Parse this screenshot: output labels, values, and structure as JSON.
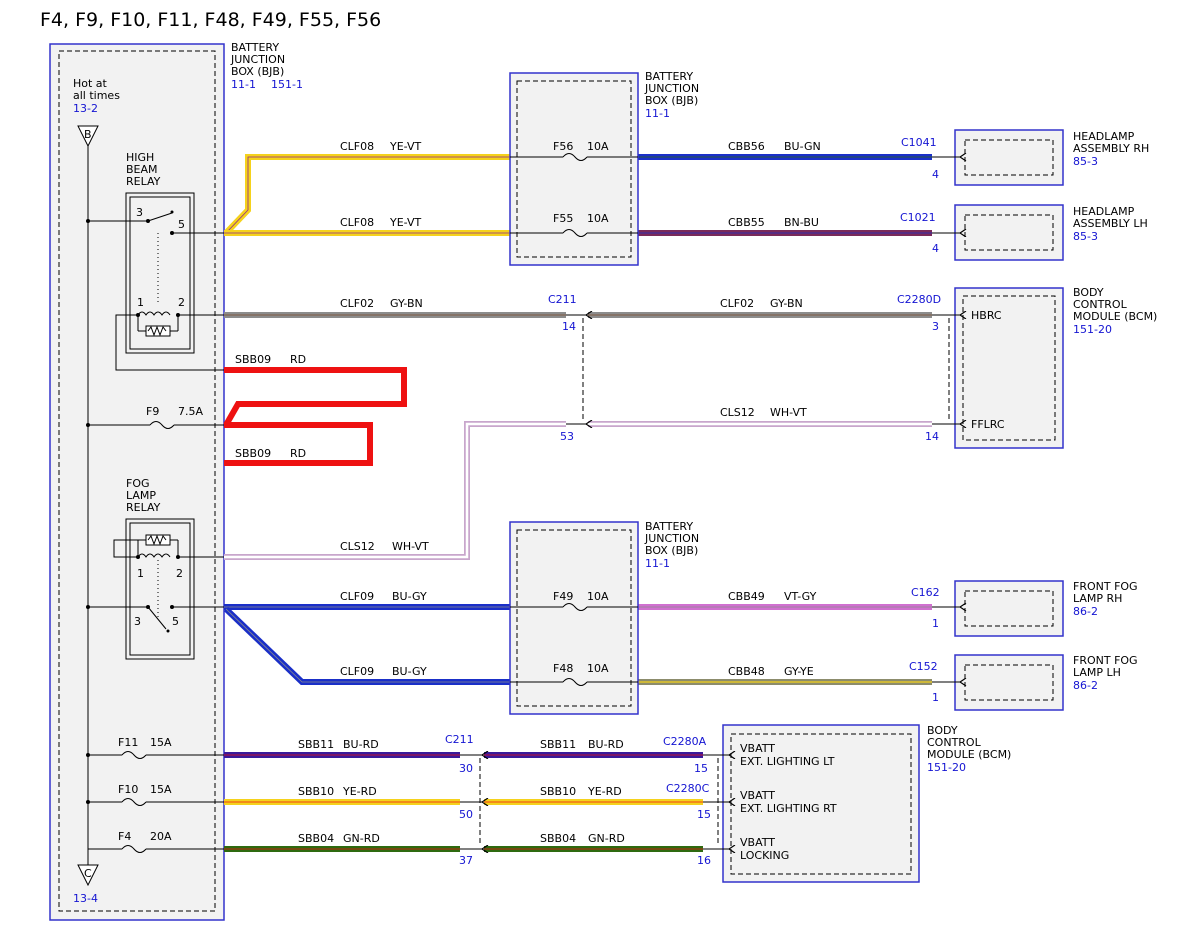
{
  "title": "F4, F9, F10, F11, F48, F49, F55, F56",
  "colors": {
    "module_border": "#3333cc",
    "module_fill": "#f2f2f2",
    "ref_text": "#1414d2",
    "YE": "#f5d21c",
    "VT": "#8c2a8c",
    "BU": "#1a2fc8",
    "GN": "#2e6a10",
    "BN": "#7a4a2a",
    "GY": "#8c8c8c",
    "RD": "#ee1111",
    "WH": "#ffffff"
  },
  "bjb_main": {
    "label": [
      "BATTERY",
      "JUNCTION",
      "BOX (BJB)"
    ],
    "refs": [
      "11-1",
      "151-1"
    ],
    "hot_label": [
      "Hot at",
      "all times"
    ],
    "hot_ref": "13-2",
    "bus_top_letter": "B",
    "bus_bottom_letter": "C",
    "bus_bottom_ref": "13-4"
  },
  "high_beam_relay": {
    "label": [
      "HIGH",
      "BEAM",
      "RELAY"
    ],
    "pins": {
      "p1": "1",
      "p2": "2",
      "p3": "3",
      "p5": "5"
    }
  },
  "fog_lamp_relay": {
    "label": [
      "FOG",
      "LAMP",
      "RELAY"
    ],
    "pins": {
      "p1": "1",
      "p2": "2",
      "p3": "3",
      "p5": "5"
    }
  },
  "bjb_upper": {
    "label": [
      "BATTERY",
      "JUNCTION",
      "BOX (BJB)"
    ],
    "ref": "11-1",
    "fuses": [
      {
        "name": "F56",
        "rating": "10A"
      },
      {
        "name": "F55",
        "rating": "10A"
      }
    ]
  },
  "bjb_lower": {
    "label": [
      "BATTERY",
      "JUNCTION",
      "BOX (BJB)"
    ],
    "ref": "11-1",
    "fuses": [
      {
        "name": "F49",
        "rating": "10A"
      },
      {
        "name": "F48",
        "rating": "10A"
      }
    ]
  },
  "main_fuses": [
    {
      "name": "F9",
      "rating": "7.5A"
    },
    {
      "name": "F11",
      "rating": "15A"
    },
    {
      "name": "F10",
      "rating": "15A"
    },
    {
      "name": "F4",
      "rating": "20A"
    }
  ],
  "wires": {
    "clf08_upper": {
      "circuit": "CLF08",
      "color": "YE-VT"
    },
    "clf08_lower": {
      "circuit": "CLF08",
      "color": "YE-VT"
    },
    "cbb56": {
      "circuit": "CBB56",
      "color": "BU-GN"
    },
    "cbb55": {
      "circuit": "CBB55",
      "color": "BN-BU"
    },
    "clf02_left": {
      "circuit": "CLF02",
      "color": "GY-BN"
    },
    "clf02_right": {
      "circuit": "CLF02",
      "color": "GY-BN"
    },
    "sbb09_upper": {
      "circuit": "SBB09",
      "color": "RD"
    },
    "sbb09_lower": {
      "circuit": "SBB09",
      "color": "RD"
    },
    "cls12_right": {
      "circuit": "CLS12",
      "color": "WH-VT"
    },
    "cls12_left": {
      "circuit": "CLS12",
      "color": "WH-VT"
    },
    "clf09_upper": {
      "circuit": "CLF09",
      "color": "BU-GY"
    },
    "clf09_lower": {
      "circuit": "CLF09",
      "color": "BU-GY"
    },
    "cbb49": {
      "circuit": "CBB49",
      "color": "VT-GY"
    },
    "cbb48": {
      "circuit": "CBB48",
      "color": "GY-YE"
    },
    "sbb11_left": {
      "circuit": "SBB11",
      "color": "BU-RD"
    },
    "sbb11_right": {
      "circuit": "SBB11",
      "color": "BU-RD"
    },
    "sbb10_left": {
      "circuit": "SBB10",
      "color": "YE-RD"
    },
    "sbb10_right": {
      "circuit": "SBB10",
      "color": "YE-RD"
    },
    "sbb04_left": {
      "circuit": "SBB04",
      "color": "GN-RD"
    },
    "sbb04_right": {
      "circuit": "SBB04",
      "color": "GN-RD"
    }
  },
  "connectors": {
    "c1041": {
      "name": "C1041",
      "pin": "4"
    },
    "c1021": {
      "name": "C1021",
      "pin": "4"
    },
    "c211_upper": {
      "name": "C211",
      "pin_a": "14",
      "pin_b": "53"
    },
    "c2280d": {
      "name": "C2280D",
      "pin_a": "3",
      "pin_b": "14"
    },
    "c162": {
      "name": "C162",
      "pin": "1"
    },
    "c152": {
      "name": "C152",
      "pin": "1"
    },
    "c211_lower": {
      "name": "C211",
      "pins": [
        "30",
        "50",
        "37"
      ]
    },
    "c2280a": {
      "name": "C2280A",
      "pin": "15"
    },
    "c2280c": {
      "name": "C2280C",
      "pin": "15"
    },
    "bcm_lower_pin_locking": "16"
  },
  "headlamp_rh": {
    "label": [
      "HEADLAMP",
      "ASSEMBLY RH"
    ],
    "ref": "85-3"
  },
  "headlamp_lh": {
    "label": [
      "HEADLAMP",
      "ASSEMBLY LH"
    ],
    "ref": "85-3"
  },
  "bcm_upper": {
    "label": [
      "BODY",
      "CONTROL",
      "MODULE (BCM)"
    ],
    "ref": "151-20",
    "pins": [
      "HBRC",
      "FFLRC"
    ]
  },
  "fog_rh": {
    "label": [
      "FRONT FOG",
      "LAMP RH"
    ],
    "ref": "86-2"
  },
  "fog_lh": {
    "label": [
      "FRONT FOG",
      "LAMP LH"
    ],
    "ref": "86-2"
  },
  "bcm_lower": {
    "label": [
      "BODY",
      "CONTROL",
      "MODULE (BCM)"
    ],
    "ref": "151-20",
    "pins": [
      [
        "VBATT",
        "EXT. LIGHTING LT"
      ],
      [
        "VBATT",
        "EXT. LIGHTING RT"
      ],
      [
        "VBATT",
        "LOCKING"
      ]
    ]
  }
}
